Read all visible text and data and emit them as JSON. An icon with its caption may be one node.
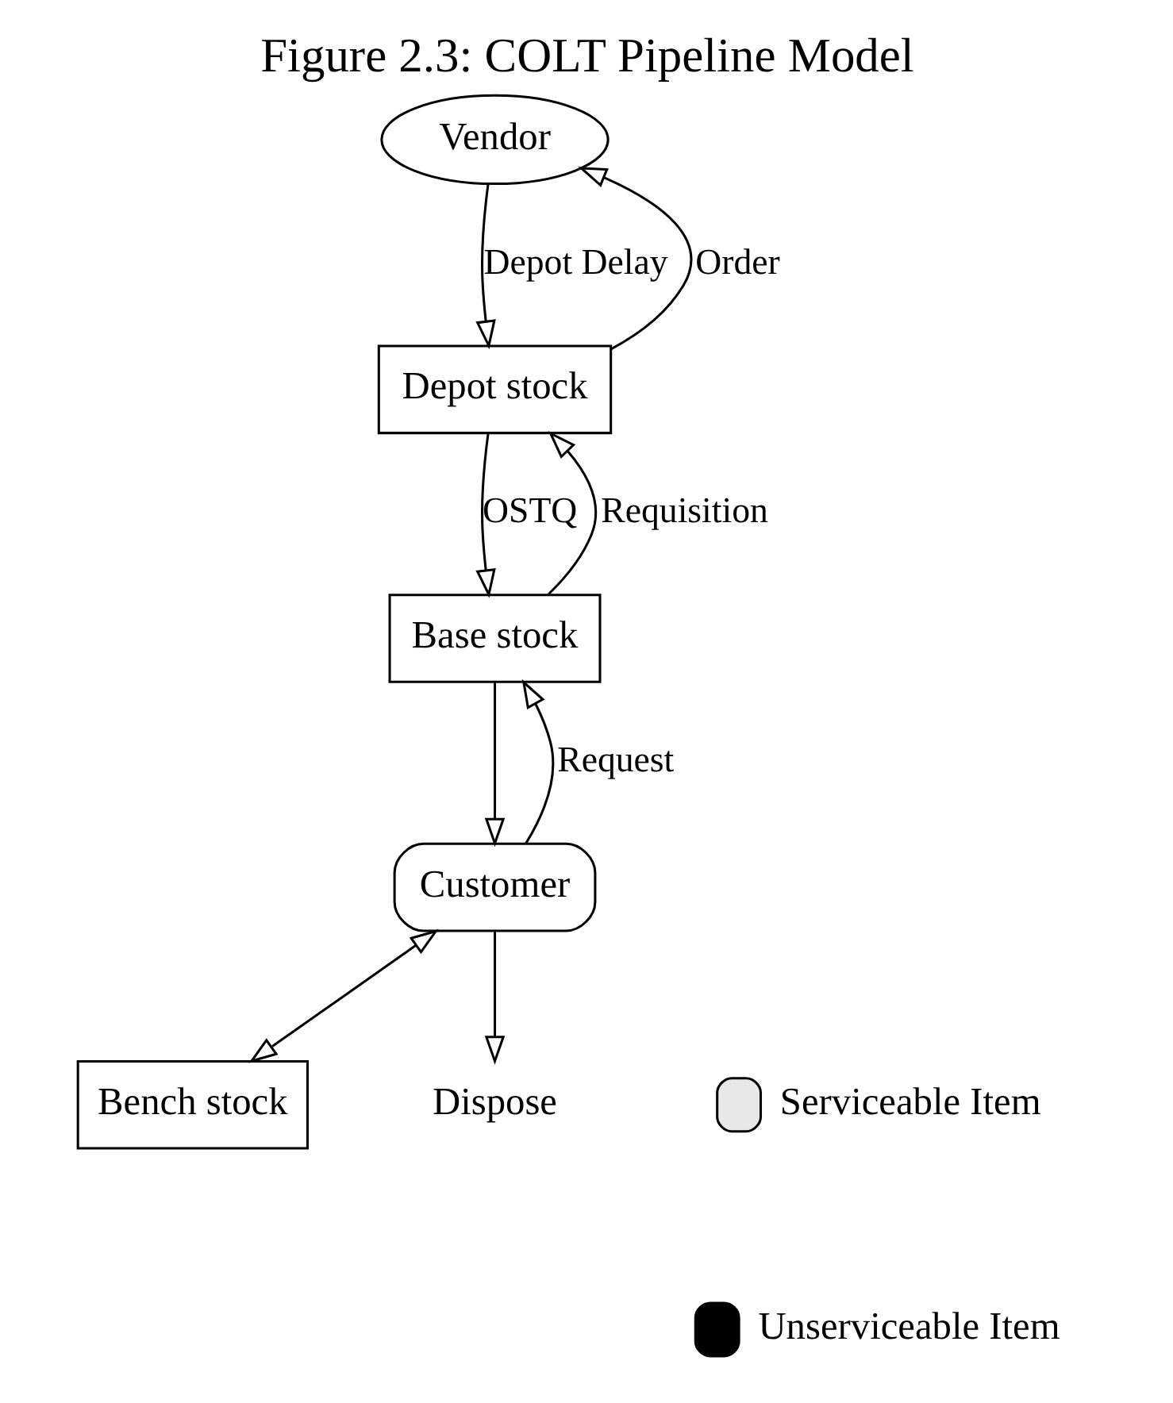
{
  "diagram": {
    "title": "Figure 2.3: COLT Pipeline Model",
    "nodes": [
      {
        "text": [
          "Vendor"
        ]
      },
      {
        "text": [
          "Depot stock"
        ]
      },
      {
        "text": [
          "Base stock"
        ]
      },
      {
        "text": [
          "Customer"
        ]
      },
      {
        "text": [
          "Bench stock"
        ]
      },
      {
        "text": [
          "Dispose"
        ]
      }
    ],
    "edges": [
      {
        "from": 0,
        "to": 1,
        "arrow": "to",
        "label": "Depot Delay"
      },
      {
        "from": 1,
        "to": 0,
        "arrow": "to",
        "label": "Order"
      },
      {
        "from": 1,
        "to": 2,
        "arrow": "to",
        "label": "OSTQ"
      },
      {
        "from": 2,
        "to": 1,
        "arrow": "to",
        "label": "Requisition"
      },
      {
        "from": 2,
        "to": 3,
        "arrow": "to"
      },
      {
        "from": 3,
        "to": 2,
        "arrow": "to",
        "label": "Request"
      },
      {
        "from": 3,
        "to": 4,
        "arrow": "both"
      },
      {
        "from": 3,
        "to": 5,
        "arrow": "to"
      }
    ],
    "legend": [
      {
        "text": "Serviceable Item"
      },
      {
        "text": "Unserviceable Item"
      }
    ]
  }
}
